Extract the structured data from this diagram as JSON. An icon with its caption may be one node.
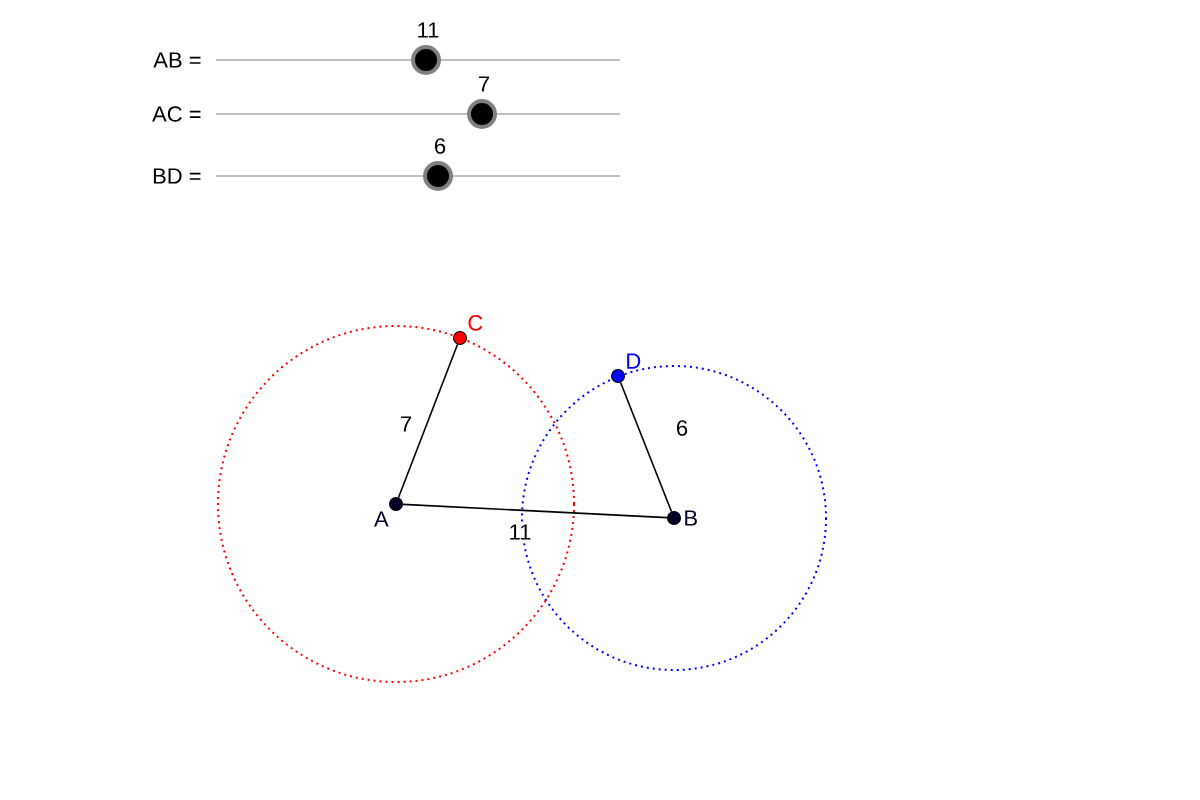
{
  "diagram": {
    "nodes": [
      {
        "text": [
          "A"
        ]
      },
      {
        "text": [
          "B"
        ]
      },
      {
        "text": [
          "C"
        ]
      },
      {
        "text": [
          "D"
        ]
      }
    ],
    "edges": [
      {
        "from": 0,
        "to": 2,
        "arrow": "none",
        "label": "7"
      },
      {
        "from": 0,
        "to": 1,
        "arrow": "none",
        "label": "11"
      },
      {
        "from": 1,
        "to": 3,
        "arrow": "none",
        "label": "6"
      }
    ],
    "labels": [
      "11",
      "AB =",
      "7",
      "AC =",
      "6",
      "BD ="
    ]
  }
}
